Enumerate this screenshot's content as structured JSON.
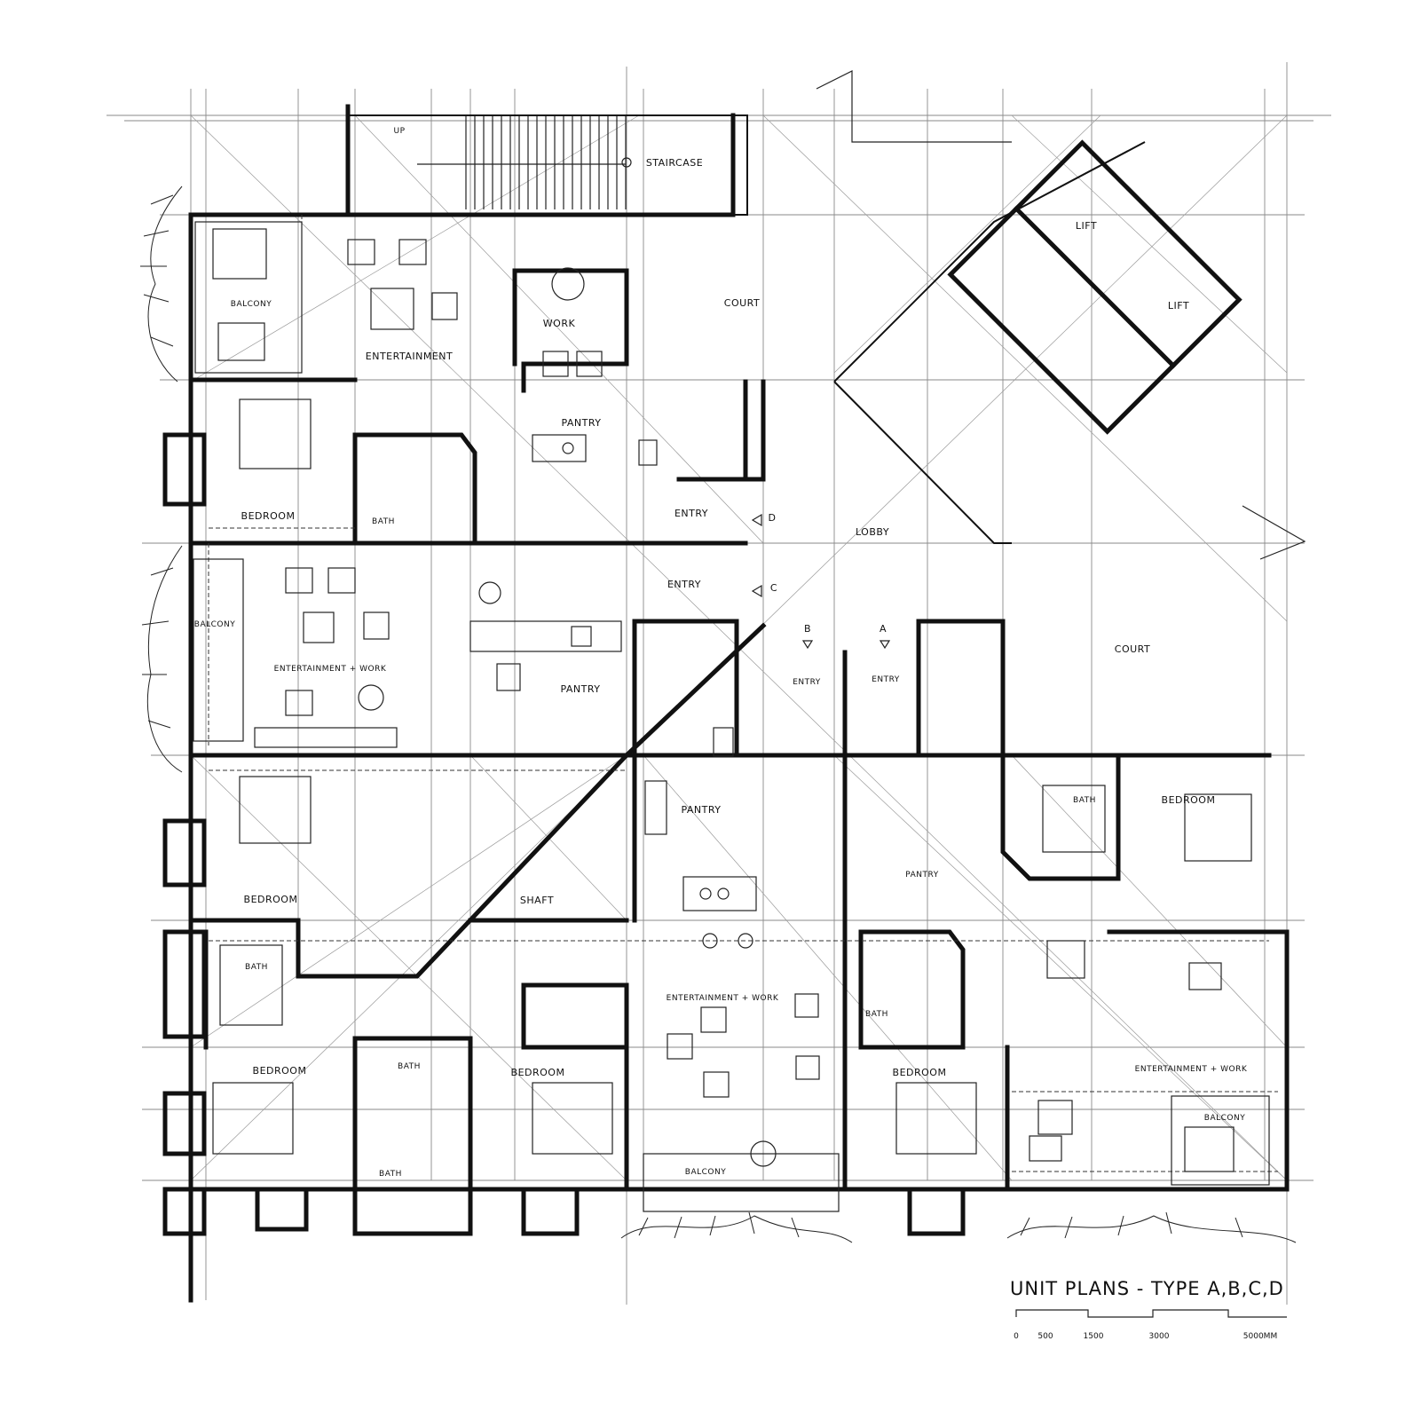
{
  "drawing": {
    "title": "UNIT PLANS - TYPE A,B,C,D",
    "scale_ticks": [
      "0",
      "500",
      "1500",
      "3000",
      "5000MM"
    ]
  },
  "labels": {
    "up": "UP",
    "staircase": "STAIRCASE",
    "lift_1": "LIFT",
    "lift_2": "LIFT",
    "court_top": "COURT",
    "court_right": "COURT",
    "lobby": "LOBBY",
    "shaft": "SHAFT",
    "balcony_1": "BALCONY",
    "balcony_2": "BALCONY",
    "balcony_3": "BALCONY",
    "balcony_4": "BALCONY",
    "entertainment_1": "ENTERTAINMENT",
    "entertainment_work_1": "ENTERTAINMENT + WORK",
    "entertainment_work_2": "ENTERTAINMENT + WORK",
    "entertainment_work_3": "ENTERTAINMENT + WORK",
    "work": "WORK",
    "pantry_1": "PANTRY",
    "pantry_2": "PANTRY",
    "pantry_3": "PANTRY",
    "pantry_4": "PANTRY",
    "bedroom_1": "BEDROOM",
    "bedroom_2": "BEDROOM",
    "bedroom_3": "BEDROOM",
    "bedroom_4": "BEDROOM",
    "bedroom_5": "BEDROOM",
    "bedroom_6": "BEDROOM",
    "bath_1": "BATH",
    "bath_2": "BATH",
    "bath_3": "BATH",
    "bath_4": "BATH",
    "bath_5": "BATH",
    "bath_6": "BATH",
    "entry_1": "ENTRY",
    "entry_2": "ENTRY",
    "entry_3": "ENTRY",
    "entry_4": "ENTRY",
    "unit_a": "A",
    "unit_b": "B",
    "unit_c": "C",
    "unit_d": "D"
  }
}
